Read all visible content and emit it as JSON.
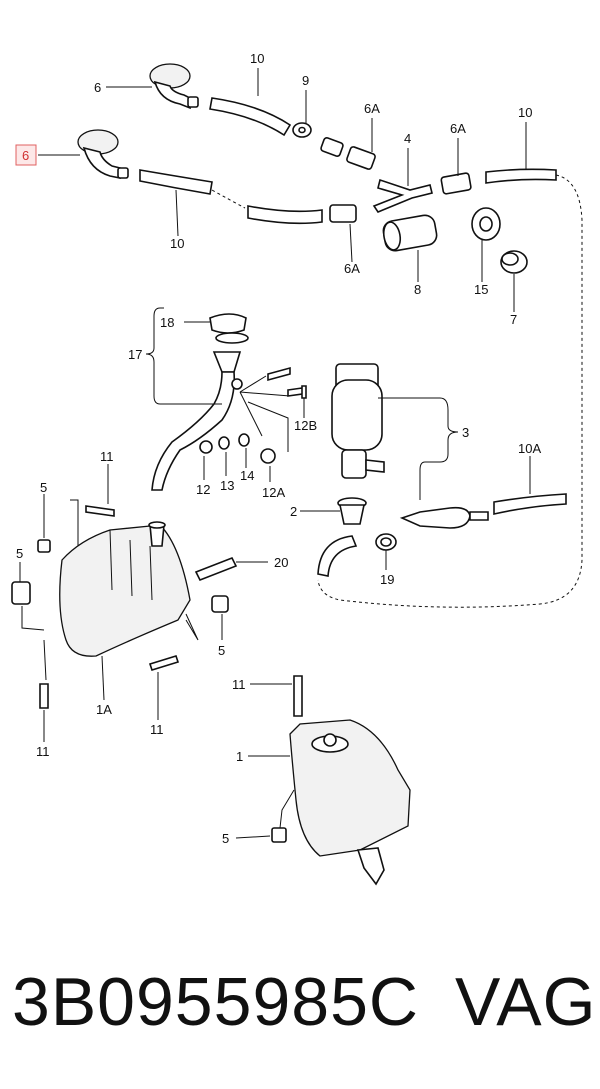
{
  "callouts": [
    {
      "id": "c-6-top",
      "text": "6"
    },
    {
      "id": "c-6-hl",
      "text": "6"
    },
    {
      "id": "c-10-a",
      "text": "10"
    },
    {
      "id": "c-9",
      "text": "9"
    },
    {
      "id": "c-6a-a",
      "text": "6A"
    },
    {
      "id": "c-4",
      "text": "4"
    },
    {
      "id": "c-6a-b",
      "text": "6A"
    },
    {
      "id": "c-10-b",
      "text": "10"
    },
    {
      "id": "c-10-c",
      "text": "10"
    },
    {
      "id": "c-6a-c",
      "text": "6A"
    },
    {
      "id": "c-8",
      "text": "8"
    },
    {
      "id": "c-15",
      "text": "15"
    },
    {
      "id": "c-7",
      "text": "7"
    },
    {
      "id": "c-18",
      "text": "18"
    },
    {
      "id": "c-17",
      "text": "17"
    },
    {
      "id": "c-12b",
      "text": "12B"
    },
    {
      "id": "c-3",
      "text": "3"
    },
    {
      "id": "c-11-a",
      "text": "11"
    },
    {
      "id": "c-12",
      "text": "12"
    },
    {
      "id": "c-13",
      "text": "13"
    },
    {
      "id": "c-14",
      "text": "14"
    },
    {
      "id": "c-12a",
      "text": "12A"
    },
    {
      "id": "c-10a",
      "text": "10A"
    },
    {
      "id": "c-5-a",
      "text": "5"
    },
    {
      "id": "c-2",
      "text": "2"
    },
    {
      "id": "c-5-b",
      "text": "5"
    },
    {
      "id": "c-20",
      "text": "20"
    },
    {
      "id": "c-19",
      "text": "19"
    },
    {
      "id": "c-5-c",
      "text": "5"
    },
    {
      "id": "c-1a",
      "text": "1A"
    },
    {
      "id": "c-11-b",
      "text": "11"
    },
    {
      "id": "c-11-c",
      "text": "11"
    },
    {
      "id": "c-11-d",
      "text": "11"
    },
    {
      "id": "c-1",
      "text": "1"
    },
    {
      "id": "c-5-d",
      "text": "5"
    }
  ],
  "highlight_color": "#e06060",
  "footer": {
    "part_number": "3B0955985C",
    "brand": "VAG"
  }
}
